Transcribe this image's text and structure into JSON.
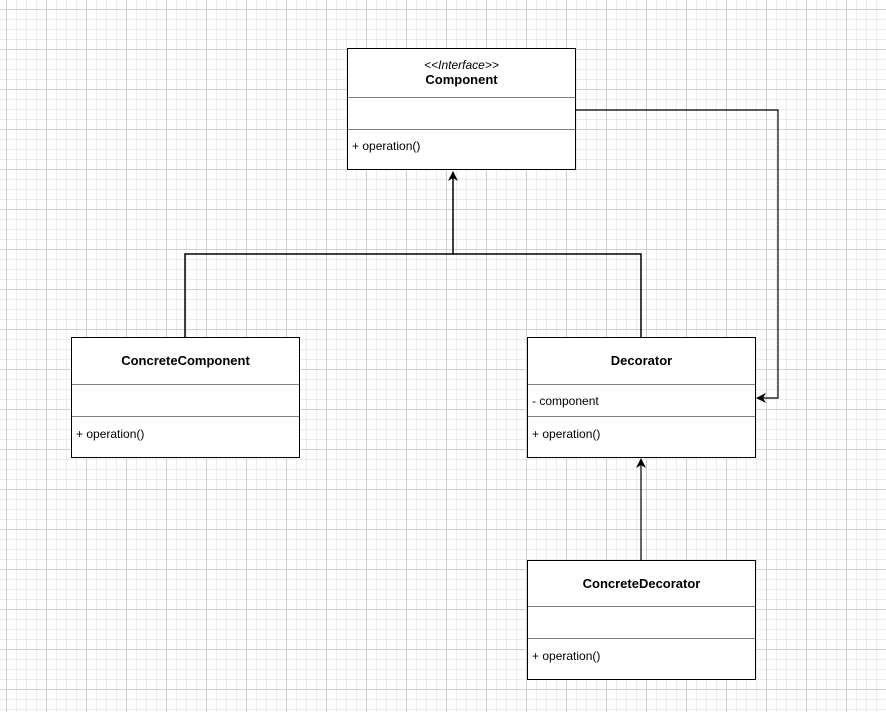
{
  "diagram": {
    "classes": {
      "component": {
        "stereotype": "<<Interface>>",
        "name": "Component",
        "attribute": "",
        "method": "+ operation()"
      },
      "concrete_component": {
        "name": "ConcreteComponent",
        "attribute": "",
        "method": "+ operation()"
      },
      "decorator": {
        "name": "Decorator",
        "attribute": "- component",
        "method": "+ operation()"
      },
      "concrete_decorator": {
        "name": "ConcreteDecorator",
        "attribute": "",
        "method": "+ operation()"
      }
    }
  },
  "colors": {
    "line": "#000000",
    "box_border": "#000000",
    "separator": "#808080",
    "grid": "#d0d0d0"
  }
}
